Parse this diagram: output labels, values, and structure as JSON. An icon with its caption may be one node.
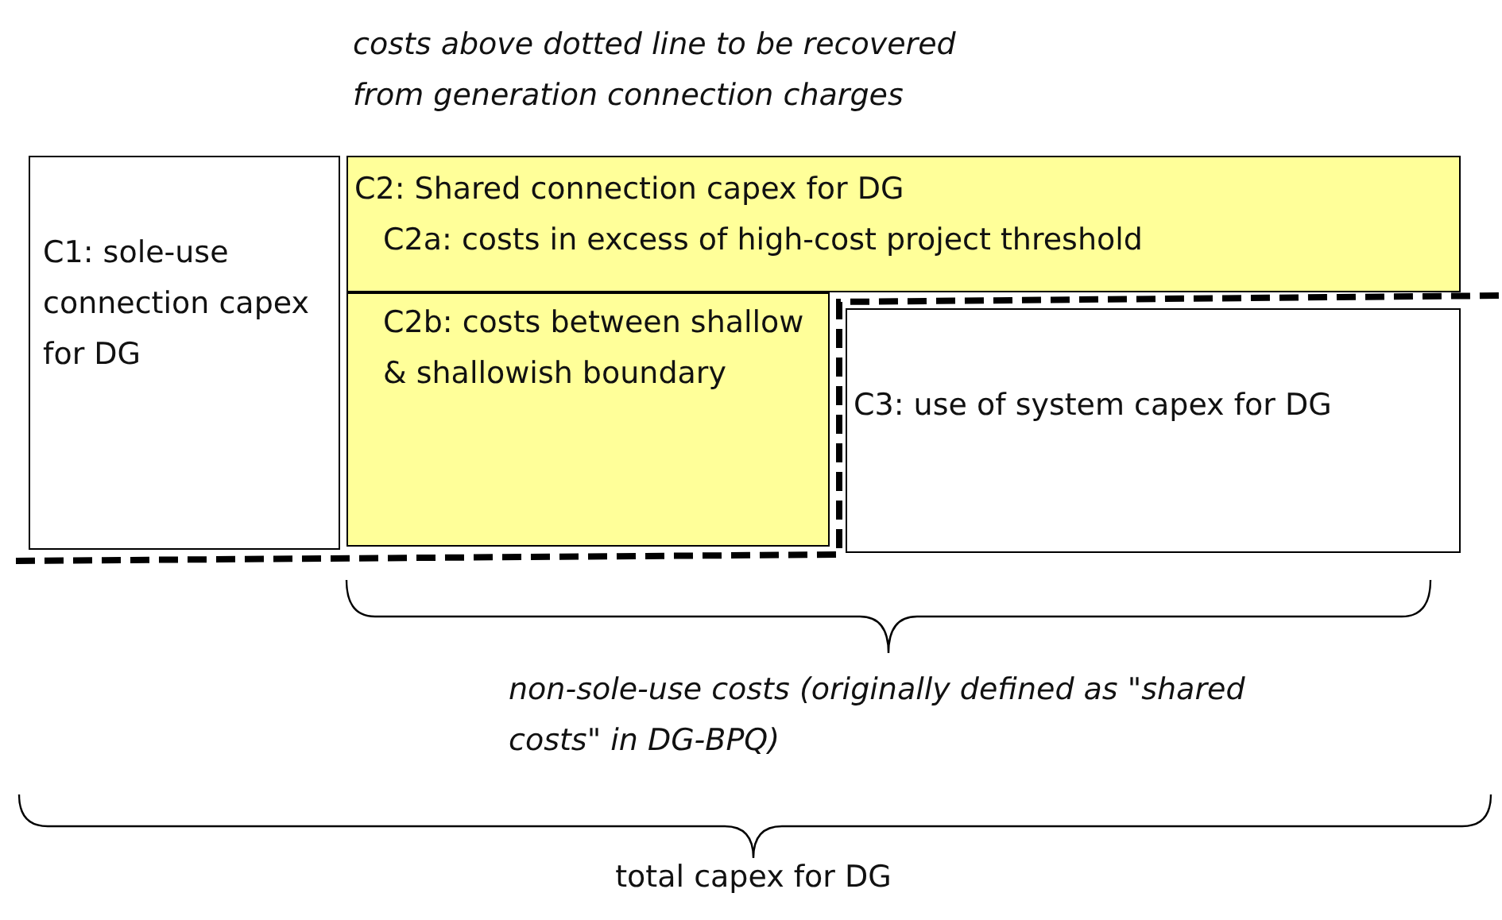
{
  "diagram": {
    "nodes": [
      {
        "text": [
          "C1: sole-use connection capex for DG"
        ]
      },
      {
        "text": [
          "C2: Shared connection capex for DG",
          "C2a: costs in excess of high-cost project threshold"
        ]
      },
      {
        "text": [
          "C2b: costs between shallow & shallowish boundary"
        ]
      },
      {
        "text": [
          "C3: use of system capex for DG"
        ]
      }
    ],
    "labels": [
      "costs above dotted line to be recovered from generation connection charges",
      "non-sole-use costs (originally defined as \"shared costs\" in DG-BPQ)",
      "total capex for DG"
    ]
  }
}
